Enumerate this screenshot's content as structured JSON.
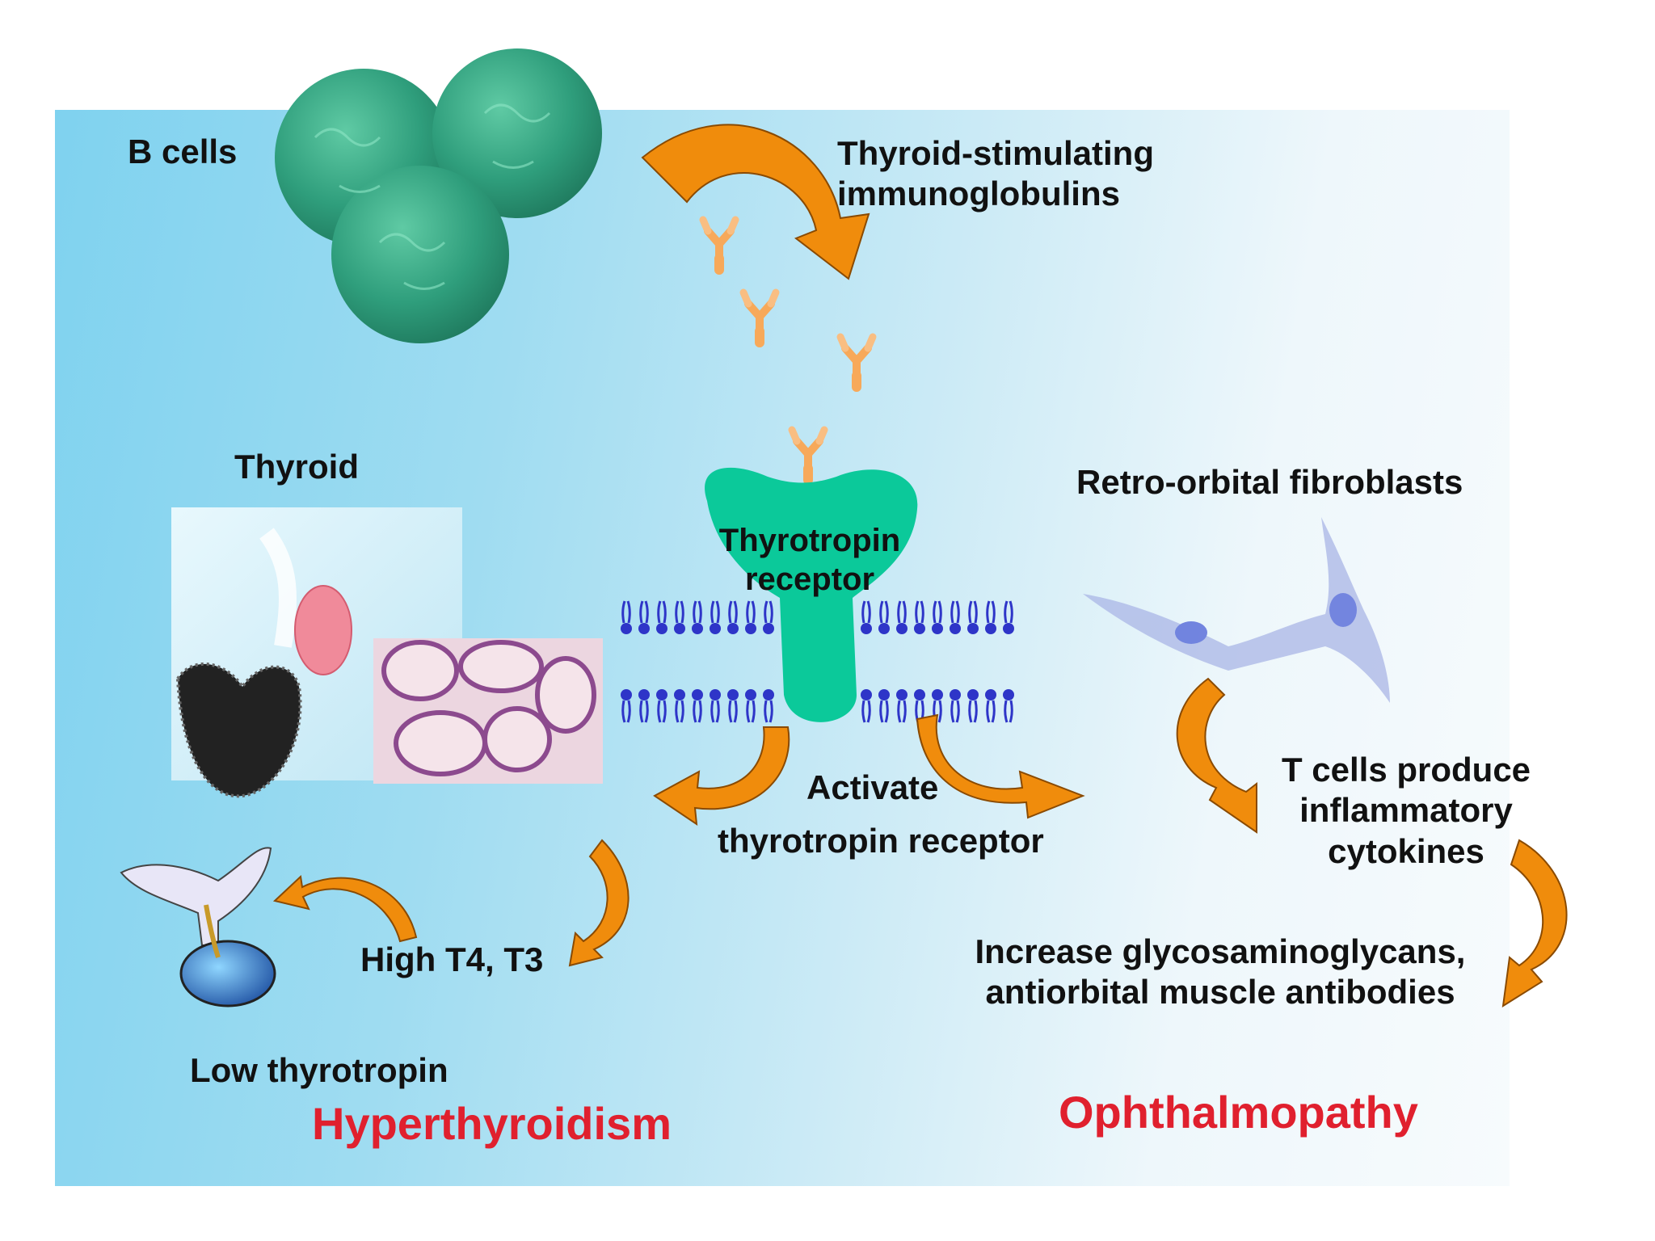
{
  "labels": {
    "b_cells": "B cells",
    "tsi_line1": "Thyroid-stimulating",
    "tsi_line2": "immunoglobulins",
    "thyroid": "Thyroid",
    "receptor_line1": "Thyrotropin",
    "receptor_line2": "receptor",
    "retro": "Retro-orbital fibroblasts",
    "activate_line1": "Activate",
    "activate_line2": "thyrotropin receptor",
    "tcells_line1": "T cells produce",
    "tcells_line2": "inflammatory",
    "tcells_line3": "cytokines",
    "high_t4": "High T4, T3",
    "increase_line1": "Increase glycosaminoglycans,",
    "increase_line2": "antiorbital  muscle antibodies",
    "low_tsh": "Low  thyrotropin",
    "hyper": "Hyperthyroidism",
    "ophth": "Ophthalmopathy"
  },
  "colors": {
    "background_left": "#7fd2ef",
    "background_right": "#f7fbfd",
    "b_cell": "#2f9e7c",
    "arrow_orange": "#f08c0c",
    "antibody": "#f7a95a",
    "receptor": "#0bc99a",
    "membrane": "#2e35c8",
    "outcome_red": "#e0202e"
  },
  "icons": [
    "b-cell-icon",
    "antibody-icon",
    "receptor-icon",
    "membrane-icon",
    "thyroid-gland-icon",
    "follicle-histology-icon",
    "fibroblast-icon",
    "pituitary-icon",
    "curved-arrow-icon"
  ]
}
